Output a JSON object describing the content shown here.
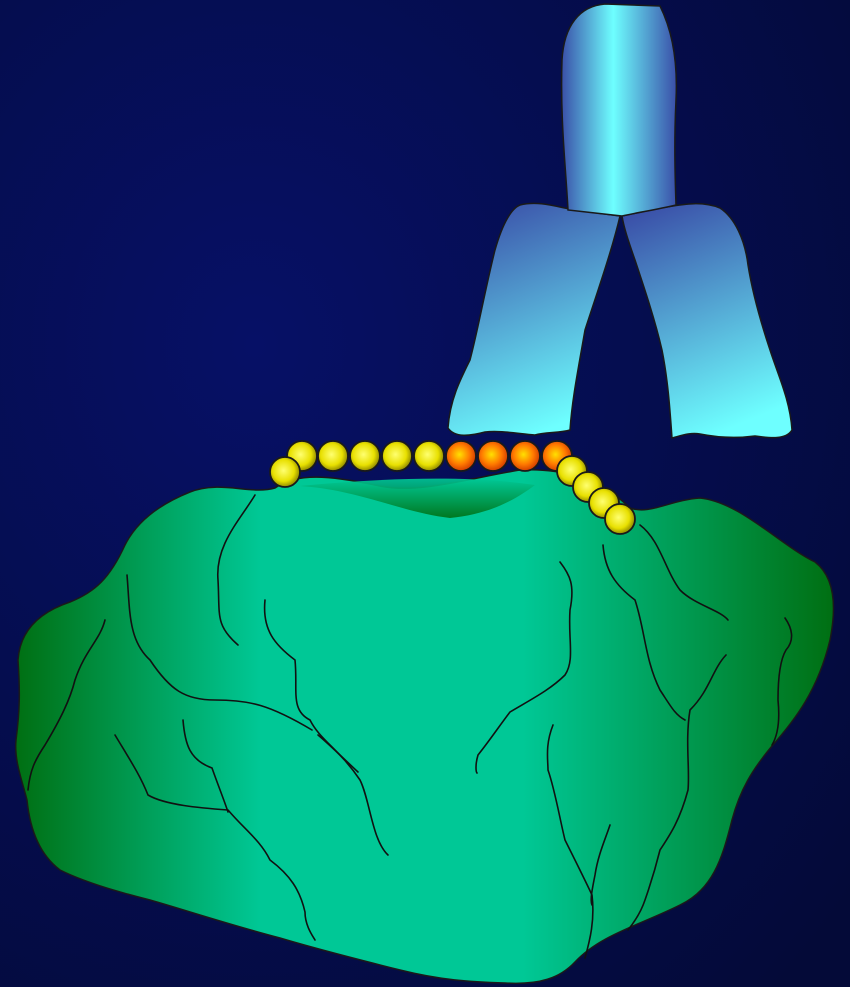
{
  "colors": {
    "background_light": "#061066",
    "background_dark": "#040a38",
    "rock_center": "#00c896",
    "rock_edge": "#006f12",
    "crack_line": "#111111",
    "antibody_light": "#6effff",
    "antibody_dark": "#3a4fa8",
    "bead_yellow": "#e8e000",
    "bead_orange": "#ff7a00",
    "outline": "#1a1a1a"
  },
  "elements": {
    "antibody": "y-shaped-antibody",
    "rock": "green-protein-rock",
    "peptide_chain": "bead-chain",
    "highlighted_beads": 4,
    "total_beads": 14
  }
}
